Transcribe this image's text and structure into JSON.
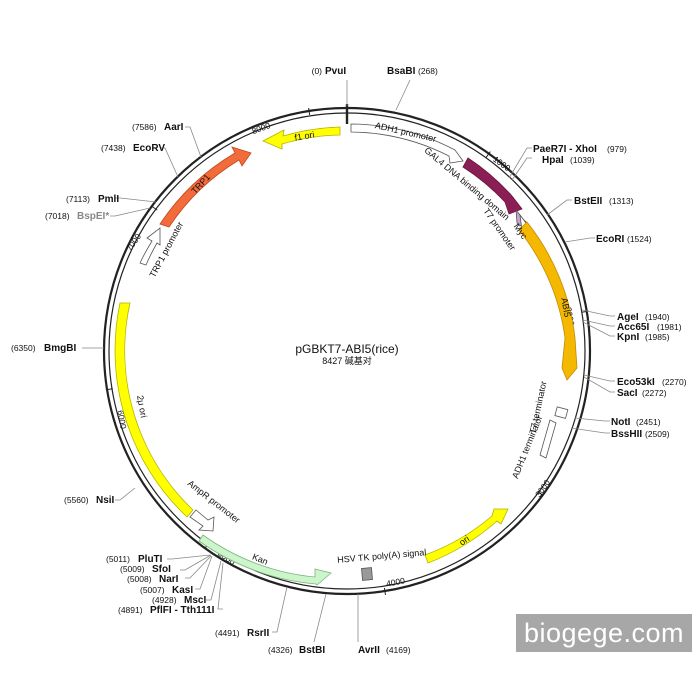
{
  "plasmid": {
    "name": "pGBKT7-ABI5(rice)",
    "size_label": "8427 碱基对",
    "length": 8427
  },
  "sites": [
    {
      "name": "PvuI",
      "pos": "(0)",
      "bp": 0
    },
    {
      "name": "BsaBI",
      "pos": "(268)",
      "bp": 268
    },
    {
      "name": "PaeR7I - XhoI",
      "pos": "(979)",
      "bp": 979
    },
    {
      "name": "HpaI",
      "pos": "(1039)",
      "bp": 1039
    },
    {
      "name": "BstEII",
      "pos": "(1313)",
      "bp": 1313
    },
    {
      "name": "EcoRI",
      "pos": "(1524)",
      "bp": 1524
    },
    {
      "name": "AgeI",
      "pos": "(1940)",
      "bp": 1940
    },
    {
      "name": "Acc65I",
      "pos": "(1981)",
      "bp": 1981
    },
    {
      "name": "KpnI",
      "pos": "(1985)",
      "bp": 1985
    },
    {
      "name": "Eco53kI",
      "pos": "(2270)",
      "bp": 2270
    },
    {
      "name": "SacI",
      "pos": "(2272)",
      "bp": 2272
    },
    {
      "name": "NotI",
      "pos": "(2451)",
      "bp": 2451
    },
    {
      "name": "BssHII",
      "pos": "(2509)",
      "bp": 2509
    },
    {
      "name": "AvrII",
      "pos": "(4169)",
      "bp": 4169
    },
    {
      "name": "BstBI",
      "pos": "(4326)",
      "bp": 4326
    },
    {
      "name": "RsrII",
      "pos": "(4491)",
      "bp": 4491
    },
    {
      "name": "PflFI - Tth111I",
      "pos": "(4891)",
      "bp": 4891
    },
    {
      "name": "MscI",
      "pos": "(4928)",
      "bp": 4928
    },
    {
      "name": "KasI",
      "pos": "(5007)",
      "bp": 5007
    },
    {
      "name": "NarI",
      "pos": "(5008)",
      "bp": 5008
    },
    {
      "name": "SfoI",
      "pos": "(5009)",
      "bp": 5009
    },
    {
      "name": "PluTI",
      "pos": "(5011)",
      "bp": 5011
    },
    {
      "name": "NsiI",
      "pos": "(5560)",
      "bp": 5560
    },
    {
      "name": "BmgBI",
      "pos": "(6350)",
      "bp": 6350
    },
    {
      "name": "BspEI*",
      "pos": "(7018)",
      "bp": 7018
    },
    {
      "name": "PmlI",
      "pos": "(7113)",
      "bp": 7113
    },
    {
      "name": "EcoRV",
      "pos": "(7438)",
      "bp": 7438
    },
    {
      "name": "AarI",
      "pos": "(7586)",
      "bp": 7586
    }
  ],
  "features": [
    {
      "name": "ADH1 promoter",
      "color": "#ffffff"
    },
    {
      "name": "GAL4 DNA binding domain",
      "color": "#8b1e55"
    },
    {
      "name": "Myc",
      "color": "#c9a3c9"
    },
    {
      "name": "T7 promoter",
      "color": "#ffffff"
    },
    {
      "name": "ABI5",
      "color": "#f5b800"
    },
    {
      "name": "T7 terminator",
      "color": "#ffffff"
    },
    {
      "name": "ADH1 terminator",
      "color": "#ffffff"
    },
    {
      "name": "ori",
      "color": "#ffff00"
    },
    {
      "name": "HSV TK poly(A) signal",
      "color": "#999999"
    },
    {
      "name": "Kan",
      "color": "#ccf5cc"
    },
    {
      "name": "AmpR promoter",
      "color": "#ffffff"
    },
    {
      "name": "2μ ori",
      "color": "#ffff00"
    },
    {
      "name": "TRP1 promoter",
      "color": "#ffffff"
    },
    {
      "name": "TRP1",
      "color": "#f26b3a"
    },
    {
      "name": "f1 ori",
      "color": "#ffff00"
    }
  ],
  "ticks": [
    "1000",
    "2000",
    "3000",
    "4000",
    "5000",
    "6000",
    "7000",
    "8000"
  ],
  "watermark": "biogege.com"
}
